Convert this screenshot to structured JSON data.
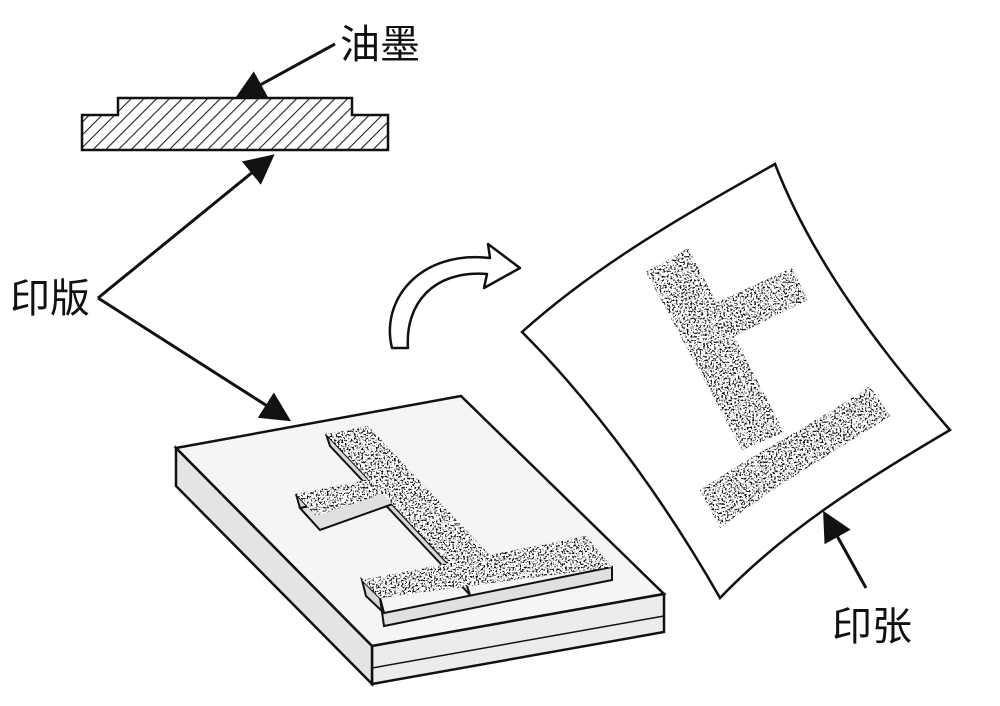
{
  "labels": {
    "ink": "油墨",
    "plate": "印版",
    "paper": "印张"
  },
  "colors": {
    "ink": "#111111",
    "line": "#1a1a1a",
    "plate_top": "#f4f4f4",
    "plate_side": "#e6e6e6",
    "paper": "#ffffff"
  }
}
